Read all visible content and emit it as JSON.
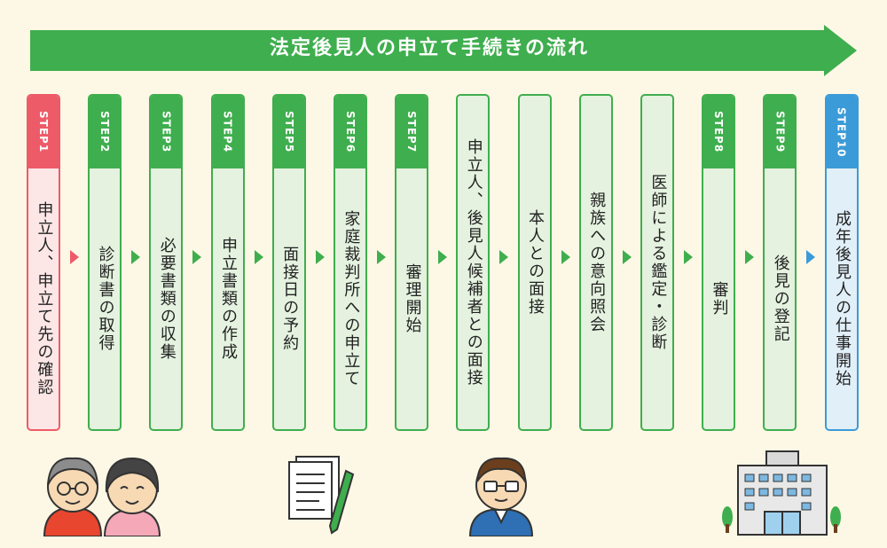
{
  "title": "法定後見人の申立て手続きの流れ",
  "columns": [
    {
      "step": "STEP1",
      "text": "申立人、申立て先の確認",
      "style": "red"
    },
    {
      "step": "STEP2",
      "text": "診断書の取得",
      "style": "green"
    },
    {
      "step": "STEP3",
      "text": "必要書類の収集",
      "style": "green"
    },
    {
      "step": "STEP4",
      "text": "申立書類の作成",
      "style": "green"
    },
    {
      "step": "STEP5",
      "text": "面接日の予約",
      "style": "green"
    },
    {
      "step": "STEP6",
      "text": "家庭裁判所への申立て",
      "style": "green"
    },
    {
      "step": "STEP7",
      "text": "審理開始",
      "style": "green"
    },
    {
      "step": "",
      "text": "申立人、後見人候補者との面接",
      "style": "plain"
    },
    {
      "step": "",
      "text": "本人との面接",
      "style": "plain"
    },
    {
      "step": "",
      "text": "親族への意向照会",
      "style": "plain"
    },
    {
      "step": "",
      "text": "医師による鑑定・診断",
      "style": "plain"
    },
    {
      "step": "STEP8",
      "text": "審判",
      "style": "green"
    },
    {
      "step": "STEP9",
      "text": "後見の登記",
      "style": "green"
    },
    {
      "step": "STEP10",
      "text": "成年後見人の仕事開始",
      "style": "blue"
    }
  ],
  "colors": {
    "green": "#3fae4e",
    "red": "#ee5b68",
    "blue": "#3b9bd8",
    "background": "#fdf8e6"
  },
  "illustrations": {
    "elderly_couple": "elderly-couple-icon",
    "document_pen": "document-pen-icon",
    "officer": "officer-icon",
    "court_building": "court-building-icon"
  }
}
